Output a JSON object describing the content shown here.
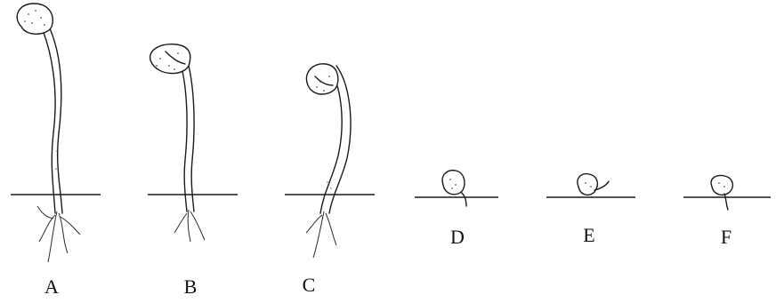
{
  "seedlings": [
    {
      "id": "A",
      "label": "A"
    },
    {
      "id": "B",
      "label": "B"
    },
    {
      "id": "C",
      "label": "C"
    },
    {
      "id": "D",
      "label": "D"
    },
    {
      "id": "E",
      "label": "E"
    },
    {
      "id": "F",
      "label": "F"
    }
  ]
}
